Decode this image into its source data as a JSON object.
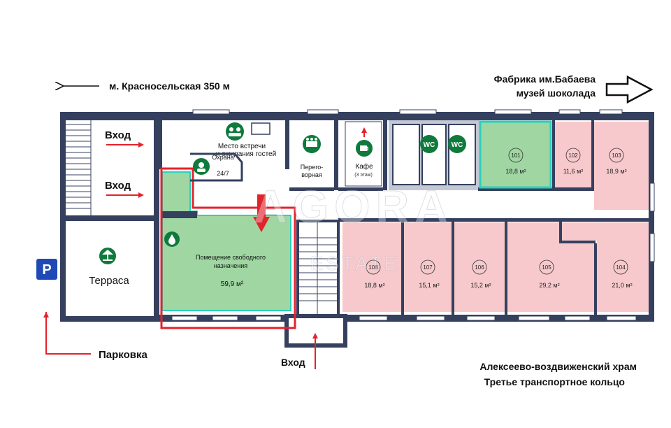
{
  "directions": {
    "metro": "м. Красносельская 350 м",
    "factory_line1": "Фабрика им.Бабаева",
    "factory_line2": "музей шоколада",
    "parking": "Парковка",
    "entrance_bottom": "Вход",
    "landmark_line1": "Алексеево-воздвиженский храм",
    "landmark_line2": "Третье транспортное кольцо"
  },
  "entrances": {
    "left_top": "Вход",
    "left_bottom": "Вход"
  },
  "parking_sign": "P",
  "terrace": "Терраса",
  "meeting": {
    "line1": "Место встречи",
    "line2": "и ожидания гостей"
  },
  "security": {
    "line1": "Охрана",
    "line2": "24/7"
  },
  "negotiation": {
    "line1": "Перего-",
    "line2": "ворная"
  },
  "cafe": {
    "label": "Кафе",
    "sub": "(3 этаж)"
  },
  "wc": [
    "WC",
    "WC"
  ],
  "watermark": {
    "brand": "AGORA",
    "sub": "ESTATE"
  },
  "free_room": {
    "line1": "Помещение свободного",
    "line2": "назначения",
    "area": "59,9 м²"
  },
  "rooms": [
    {
      "id": "101",
      "area": "18,8 м²",
      "status": "available"
    },
    {
      "id": "102",
      "area": "11,6 м²",
      "status": "rented"
    },
    {
      "id": "103",
      "area": "18,9 м²",
      "status": "rented"
    },
    {
      "id": "108",
      "area": "18,8 м²",
      "status": "rented"
    },
    {
      "id": "107",
      "area": "15,1 м²",
      "status": "rented"
    },
    {
      "id": "106",
      "area": "15,2 м²",
      "status": "rented"
    },
    {
      "id": "105",
      "area": "29,2 м²",
      "status": "rented"
    },
    {
      "id": "104",
      "area": "21,0 м²",
      "status": "rented"
    }
  ],
  "colors": {
    "wall": "#35405f",
    "available": "#9fd6a2",
    "available_border": "#2ecfbc",
    "rented": "#f7c9cc",
    "highlight": "#e4222b",
    "icon_green": "#0f7a3c",
    "parking_blue": "#1f49b4",
    "floor": "#ffffff"
  }
}
